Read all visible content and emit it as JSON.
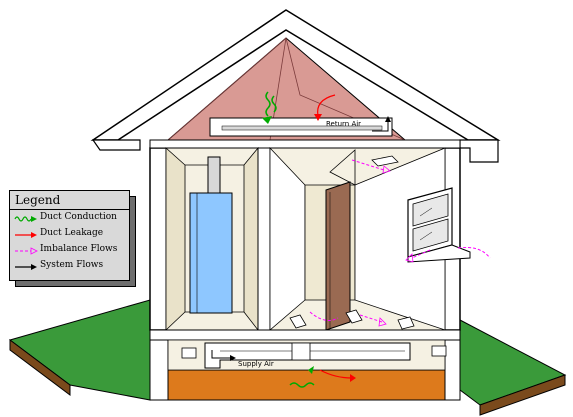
{
  "legend": {
    "title": "Legend",
    "items": [
      {
        "label": "Duct Conduction",
        "color": "#00aa00",
        "style": "wavy"
      },
      {
        "label": "Duct Leakage",
        "color": "#ff0000",
        "style": "solid"
      },
      {
        "label": "Imbalance Flows",
        "color": "#ff00ff",
        "style": "dashed"
      },
      {
        "label": "System Flows",
        "color": "#000000",
        "style": "solid"
      }
    ]
  },
  "labels": {
    "return_air": "Return Air",
    "supply_air": "Supply Air"
  },
  "colors": {
    "attic": "#d99a94",
    "crawlspace": "#dd7a1c",
    "ground": "#3a9a3a",
    "ground_side": "#7a4a1c",
    "furnace": "#8ec7ff",
    "wall": "#f5f1e3",
    "door": "#9a6a52"
  }
}
